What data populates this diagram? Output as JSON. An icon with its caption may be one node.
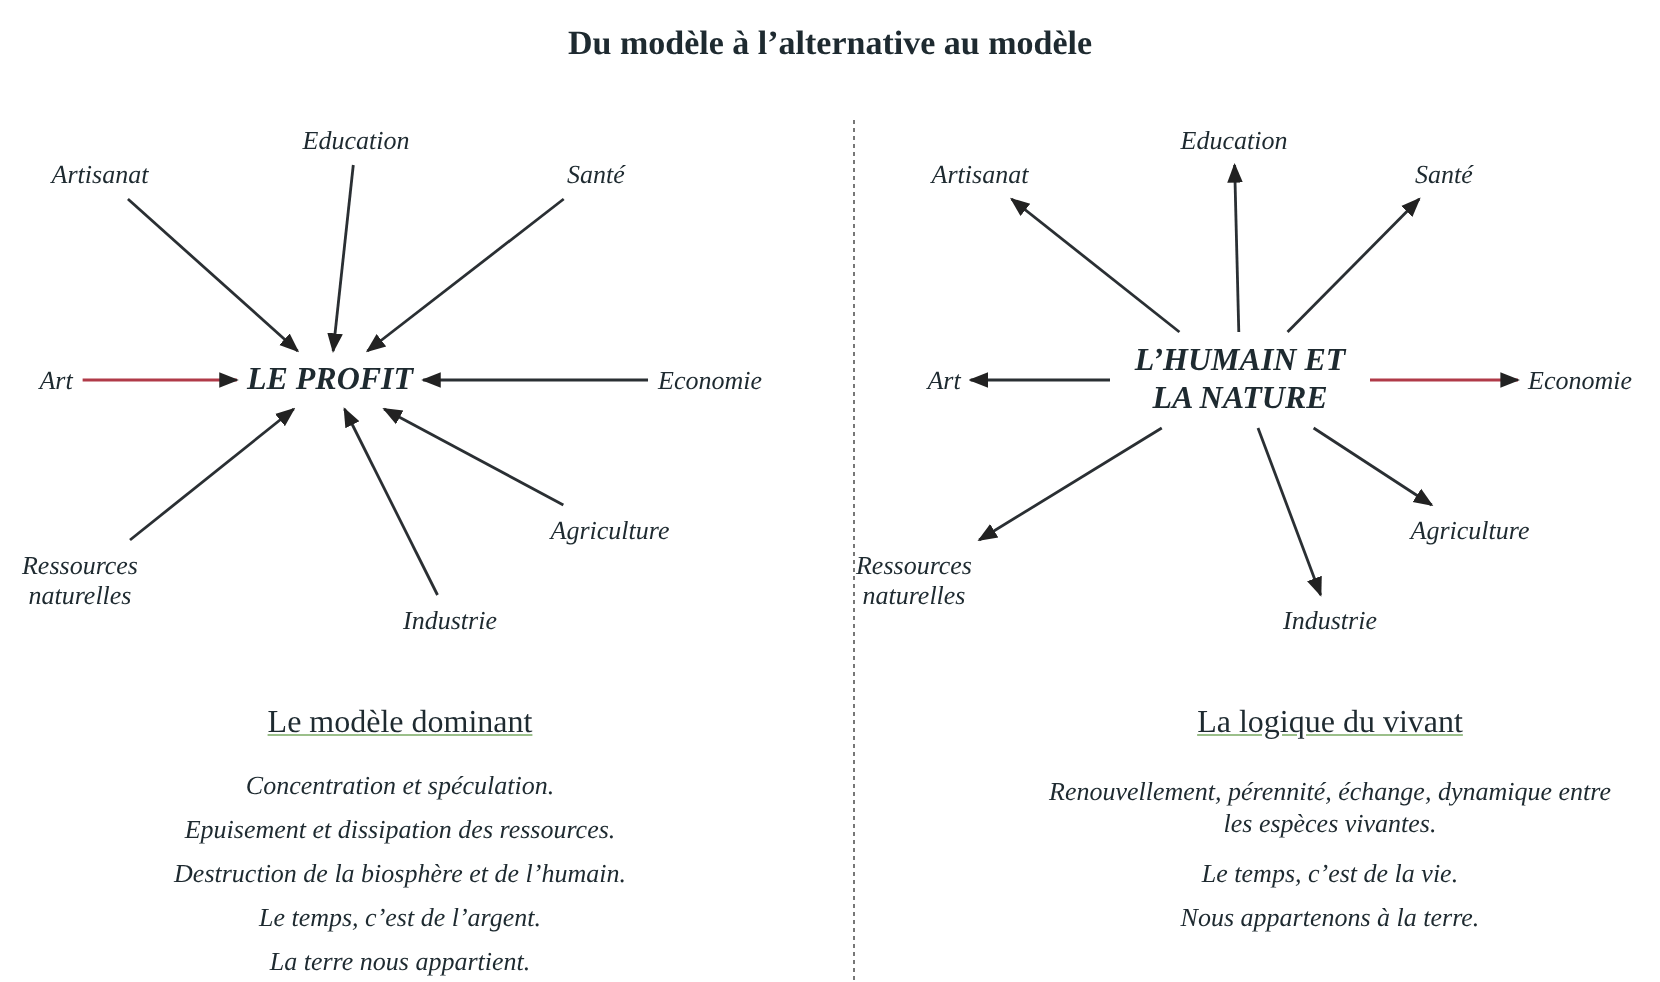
{
  "diagram": {
    "title": "Du modèle à l’alternative au modèle",
    "nodes": [
      {
        "text": [
          "LE PROFIT"
        ]
      },
      {
        "text": [
          "Artisanat"
        ]
      },
      {
        "text": [
          "Education"
        ]
      },
      {
        "text": [
          "Santé"
        ]
      },
      {
        "text": [
          "Art"
        ]
      },
      {
        "text": [
          "Economie"
        ]
      },
      {
        "text": [
          "Ressources naturelles"
        ]
      },
      {
        "text": [
          "Industrie"
        ]
      },
      {
        "text": [
          "Agriculture"
        ]
      },
      {
        "text": [
          "L’HUMAIN ET LA NATURE"
        ]
      },
      {
        "text": [
          "Artisanat"
        ]
      },
      {
        "text": [
          "Education"
        ]
      },
      {
        "text": [
          "Santé"
        ]
      },
      {
        "text": [
          "Art"
        ]
      },
      {
        "text": [
          "Economie"
        ]
      },
      {
        "text": [
          "Ressources naturelles"
        ]
      },
      {
        "text": [
          "Industrie"
        ]
      },
      {
        "text": [
          "Agriculture"
        ]
      }
    ],
    "edges": [
      {
        "from": 1,
        "to": 0,
        "arrow": "to"
      },
      {
        "from": 2,
        "to": 0,
        "arrow": "to"
      },
      {
        "from": 3,
        "to": 0,
        "arrow": "to"
      },
      {
        "from": 4,
        "to": 0,
        "arrow": "to",
        "color": "#b03a48"
      },
      {
        "from": 5,
        "to": 0,
        "arrow": "to"
      },
      {
        "from": 6,
        "to": 0,
        "arrow": "to"
      },
      {
        "from": 7,
        "to": 0,
        "arrow": "to"
      },
      {
        "from": 8,
        "to": 0,
        "arrow": "to"
      },
      {
        "from": 9,
        "to": 10,
        "arrow": "to"
      },
      {
        "from": 9,
        "to": 11,
        "arrow": "to"
      },
      {
        "from": 9,
        "to": 12,
        "arrow": "to"
      },
      {
        "from": 9,
        "to": 13,
        "arrow": "to"
      },
      {
        "from": 9,
        "to": 14,
        "arrow": "to",
        "color": "#b03a48"
      },
      {
        "from": 9,
        "to": 15,
        "arrow": "to"
      },
      {
        "from": 9,
        "to": 16,
        "arrow": "to"
      },
      {
        "from": 9,
        "to": 17,
        "arrow": "to"
      }
    ],
    "labels": [
      "Le modèle dominant",
      "Concentration et spéculation.",
      "Epuisement et dissipation des ressources.",
      "Destruction de la biosphère et de l’humain.",
      "Le temps, c’est de l’argent.",
      "La terre nous appartient.",
      "La logique du vivant",
      "Renouvellement, pérennité, échange, dynamique entre les espèces vivantes.",
      "Le temps, c’est de la vie.",
      "Nous appartenons à la terre."
    ]
  }
}
